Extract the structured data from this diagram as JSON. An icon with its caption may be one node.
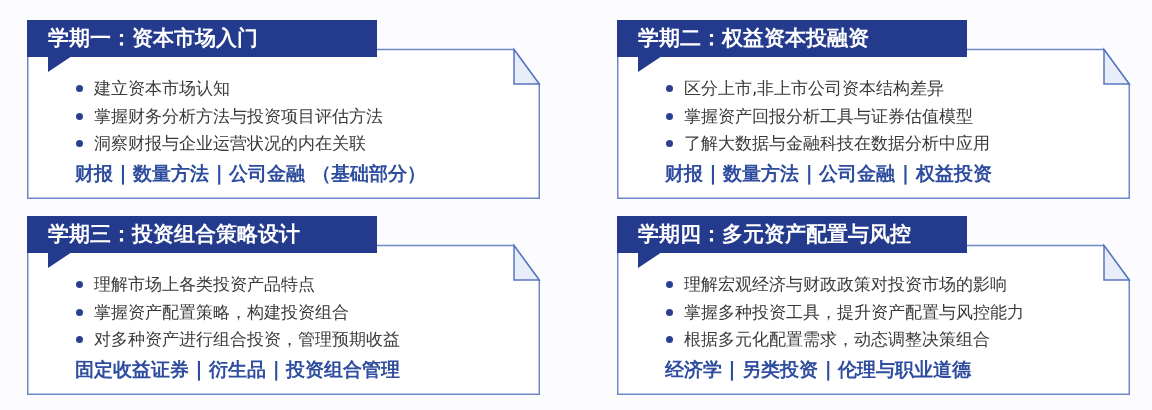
{
  "diagram": {
    "nodes": [
      {
        "text": [
          "学期一：资本市场入门",
          "建立资本市场认知",
          "掌握财务分析方法与投资项目评估方法",
          "洞察财报与企业运营状况的内在关联",
          "财报 | 数量方法 | 公司金融 （基础部分）"
        ]
      },
      {
        "text": [
          "学期二：权益资本投融资",
          "区分上市,非上市公司资本结构差异",
          "掌握资产回报分析工具与证券估值模型",
          "了解大数据与金融科技在数据分析中应用",
          "财报 | 数量方法 | 公司金融 | 权益投资"
        ]
      },
      {
        "text": [
          "学期三：投资组合策略设计",
          "理解市场上各类投资产品特点",
          "掌握资产配置策略，构建投资组合",
          "对多种资产进行组合投资，管理预期收益",
          "固定收益证券 | 衍生品 | 投资组合管理"
        ]
      },
      {
        "text": [
          "学期四：多元资产配置与风控",
          "理解宏观经济与财政政策对投资市场的影响",
          "掌握多种投资工具，提升资产配置与风控能力",
          "根据多元化配置需求，动态调整决策组合",
          "经济学 | 另类投资 | 伦理与职业道德"
        ]
      }
    ]
  }
}
